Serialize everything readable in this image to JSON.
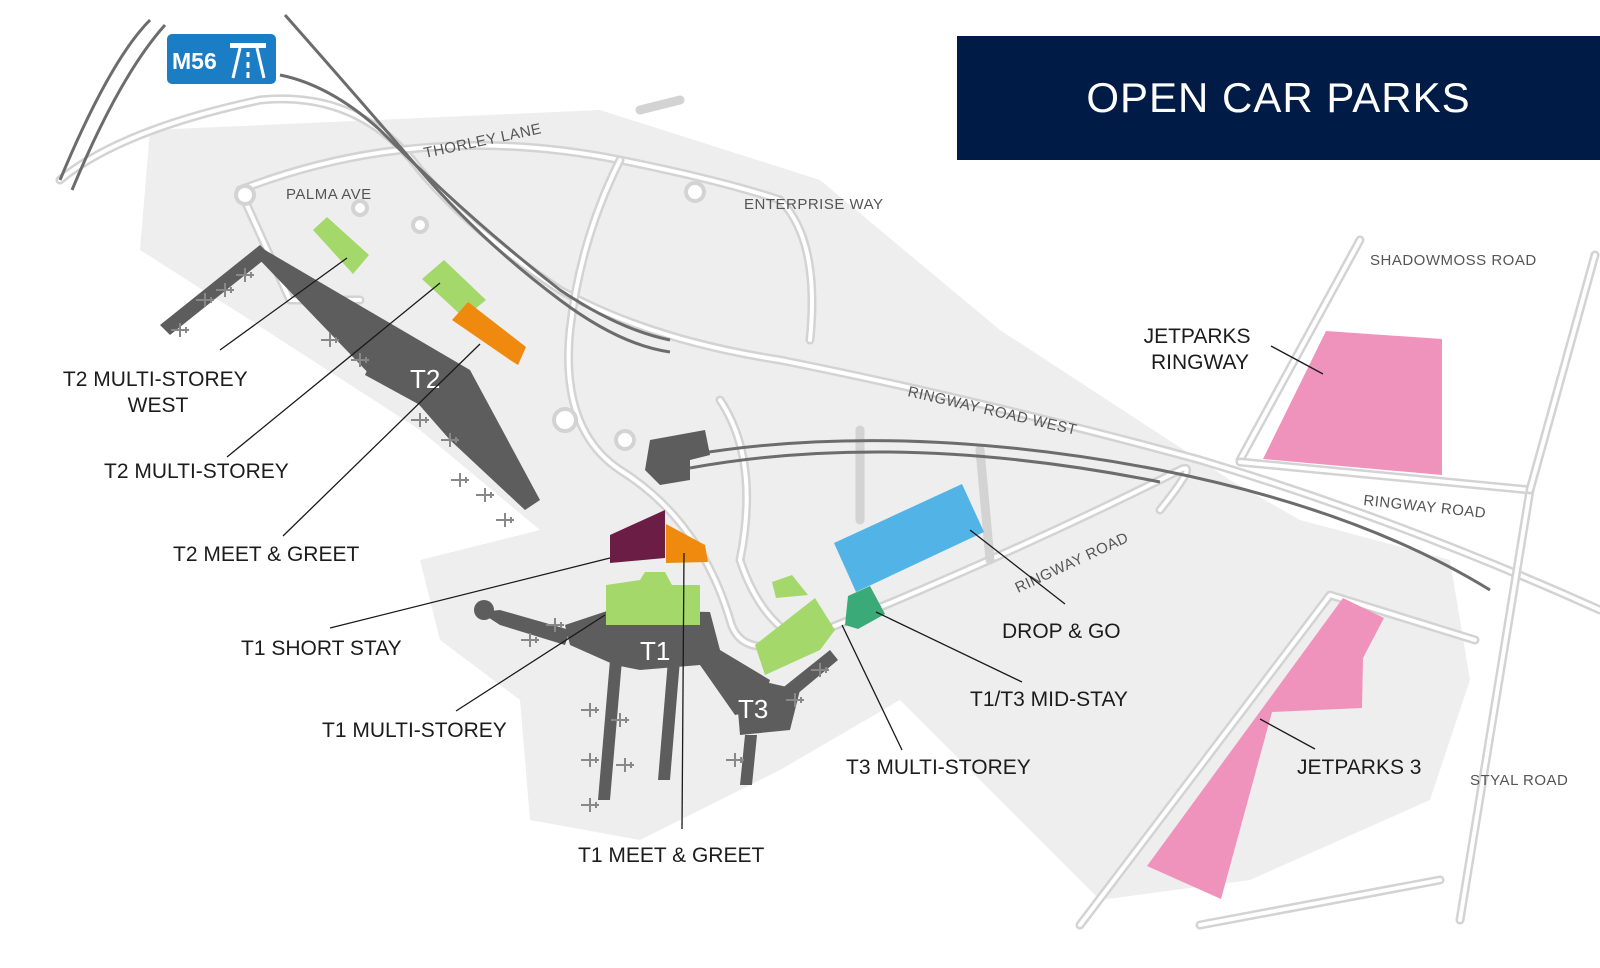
{
  "title": "OPEN CAR PARKS",
  "motorway_sign": {
    "text": "M56",
    "icon": "motorway-icon"
  },
  "colors": {
    "title_bg": "#001b45",
    "short_stay": "#6b1d45",
    "meet_greet": "#ef8a0f",
    "multi_storey": "#a5d86b",
    "drop_go": "#52b4e6",
    "mid_stay": "#3aaa79",
    "jetparks": "#ef93bd",
    "terminal": "#5d5d5d",
    "airport_area": "#eeeeee",
    "road": "#d3d3d3",
    "motorway_sign": "#1b7ec4"
  },
  "terminals": {
    "t1": "T1",
    "t2": "T2",
    "t3": "T3"
  },
  "car_parks": {
    "t2_ms_west": [
      "T2 MULTI-STOREY",
      "WEST"
    ],
    "t2_ms": "T2 MULTI-STOREY",
    "t2_mg": "T2 MEET & GREET",
    "t1_short": "T1 SHORT STAY",
    "t1_ms": "T1 MULTI-STOREY",
    "t1_mg": "T1 MEET & GREET",
    "t3_ms": "T3 MULTI-STOREY",
    "mid_stay": "T1/T3 MID-STAY",
    "drop_go": "DROP & GO",
    "jetparks_ringway": [
      "JETPARKS",
      "RINGWAY"
    ],
    "jetparks_3": "JETPARKS 3"
  },
  "roads": {
    "thorley": "THORLEY LANE",
    "palma": "PALMA AVE",
    "enterprise": "ENTERPRISE WAY",
    "shadowmoss": "SHADOWMOSS ROAD",
    "ringway_west": "RINGWAY ROAD WEST",
    "ringway_road_1": "RINGWAY ROAD",
    "ringway_road_2": "RINGWAY ROAD",
    "styal": "STYAL ROAD"
  }
}
